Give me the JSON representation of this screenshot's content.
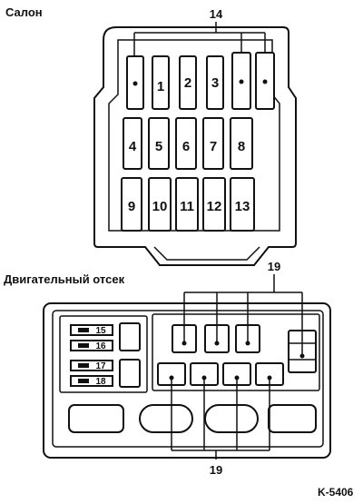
{
  "labels": {
    "salon": "Салон",
    "engine_bay": "Двигательный отсек",
    "figure_code": "K-5406"
  },
  "salon_box": {
    "callout": "14",
    "fuses_row1": [
      "1",
      "2",
      "3"
    ],
    "fuses_row2": [
      "4",
      "5",
      "6",
      "7",
      "8"
    ],
    "fuses_row3": [
      "9",
      "10",
      "11",
      "12",
      "13"
    ]
  },
  "engine_box": {
    "callout_top": "19",
    "callout_bottom": "19",
    "fuses_left": [
      "15",
      "16",
      "17",
      "18"
    ]
  }
}
